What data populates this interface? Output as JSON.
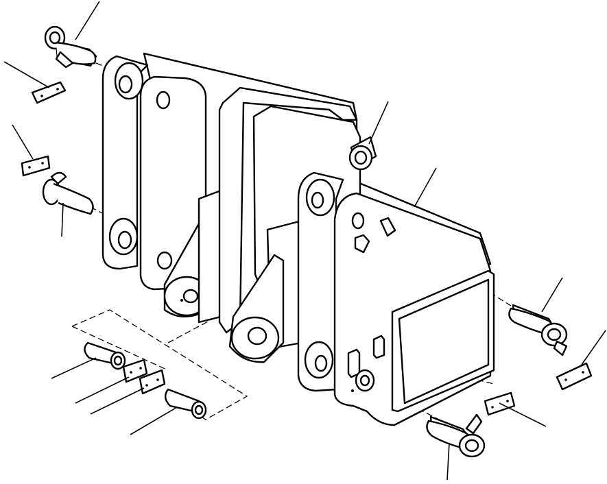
{
  "diagram": {
    "parts": [
      {
        "id": "pin-top-left",
        "kind": "pin-with-tab"
      },
      {
        "id": "pin-left-lower",
        "kind": "pin-with-tab"
      },
      {
        "id": "pin-right-upper",
        "kind": "pin-with-tab"
      },
      {
        "id": "pin-right-lower",
        "kind": "pin-with-tab"
      },
      {
        "id": "plain-pin-left",
        "kind": "pin"
      },
      {
        "id": "plain-pin-right",
        "kind": "pin"
      },
      {
        "id": "bushing-rear",
        "kind": "bushing"
      },
      {
        "id": "lock-plate",
        "kind": "plate",
        "count": 6
      },
      {
        "id": "bracket-assembly",
        "kind": "bracket"
      }
    ],
    "icons": {
      "part": "exploded-part-icon"
    }
  }
}
